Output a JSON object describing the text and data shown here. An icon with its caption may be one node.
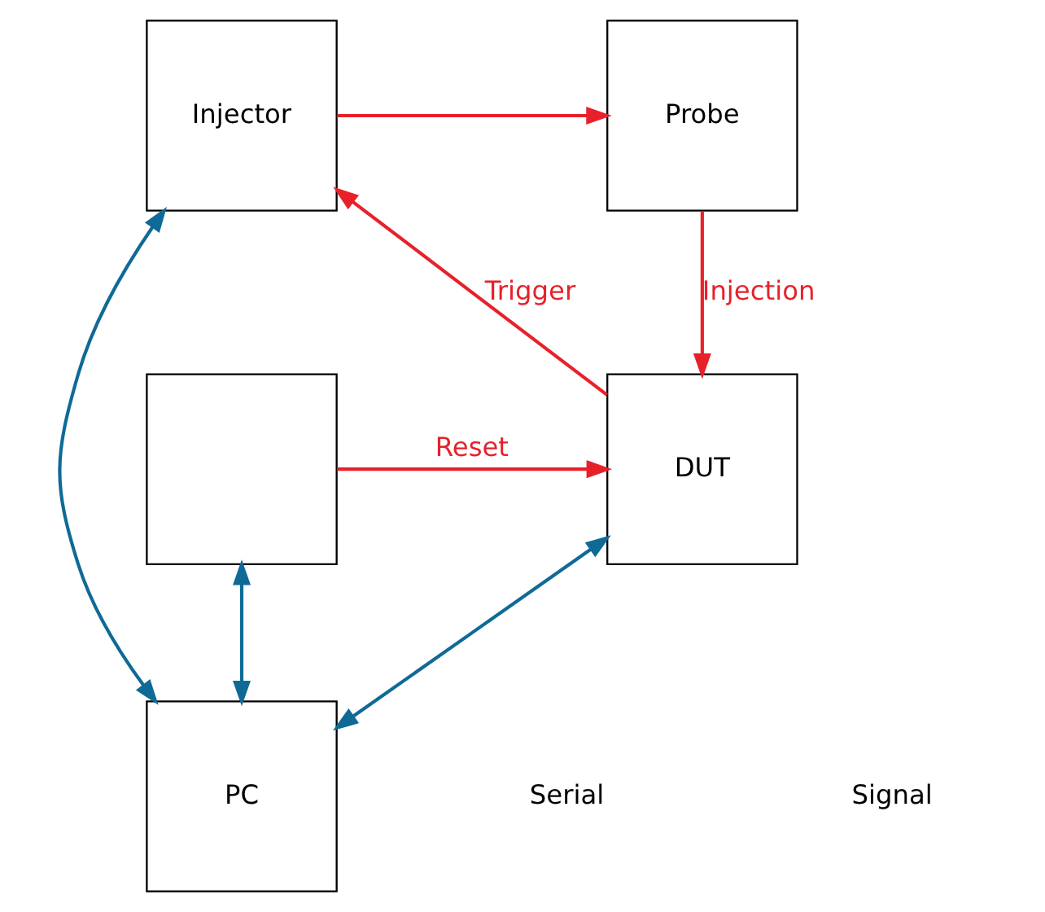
{
  "diagram": {
    "nodes": [
      {
        "text": [
          "Probe"
        ]
      },
      {
        "text": [
          "Injector"
        ]
      },
      {
        "text": [],
        "shape": "box"
      },
      {
        "text": [
          "DUT"
        ]
      },
      {
        "text": [
          "PC"
        ]
      }
    ],
    "edges": [
      {
        "from": 1,
        "to": 0,
        "arrow": "to"
      },
      {
        "from": 0,
        "to": 3,
        "arrow": "to",
        "label": "Injection"
      },
      {
        "from": 2,
        "to": 3,
        "arrow": "to",
        "label": "Reset"
      },
      {
        "from": 3,
        "to": 1,
        "arrow": "to",
        "label": "Trigger"
      },
      {
        "from": 2,
        "to": 4,
        "arrow": "both",
        "color": "#0f6a96"
      },
      {
        "from": 3,
        "to": 4,
        "arrow": "both",
        "color": "#0f6a96"
      },
      {
        "from": 1,
        "to": 4,
        "arrow": "both",
        "color": "#0f6a96"
      }
    ],
    "legend": [
      {
        "text": "Serial"
      },
      {
        "text": "Signal"
      }
    ]
  }
}
